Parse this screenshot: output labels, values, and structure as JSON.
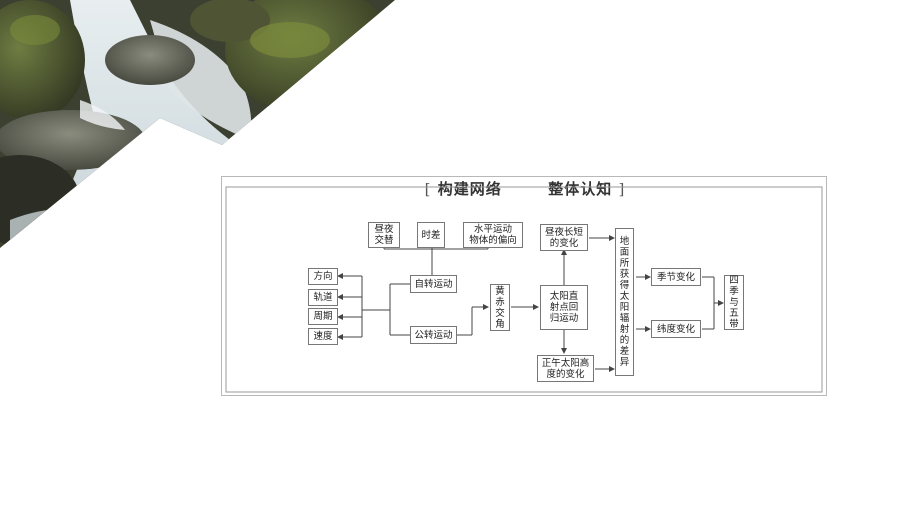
{
  "title": {
    "left": "构建网络",
    "right": "整体认知",
    "open_bracket": "[",
    "close_bracket": "]"
  },
  "nodes": {
    "day_night": "昼夜\n交替",
    "time_diff": "时差",
    "deflection": "水平运动\n物体的偏向",
    "day_length": "昼夜长短\n的变化",
    "radiation": "地\n面\n所\n获\n得\n太\n阳\n辐\n射\n的\n差\n异",
    "direction": "方向",
    "orbit": "轨道",
    "period": "周期",
    "speed": "速度",
    "rotation": "自转运动",
    "revolution": "公转运动",
    "obliquity": "黄\n赤\n交\n角",
    "subsolar": "太阳直\n射点回\n归运动",
    "noon_altitude": "正午太阳高\n度的变化",
    "season": "季节变化",
    "latitude": "纬度变化",
    "seasons_zones": "四\n季\n与\n五\n带"
  },
  "colors": {
    "line": "#444444",
    "border": "#777777",
    "frame": "#b8b8b8"
  }
}
